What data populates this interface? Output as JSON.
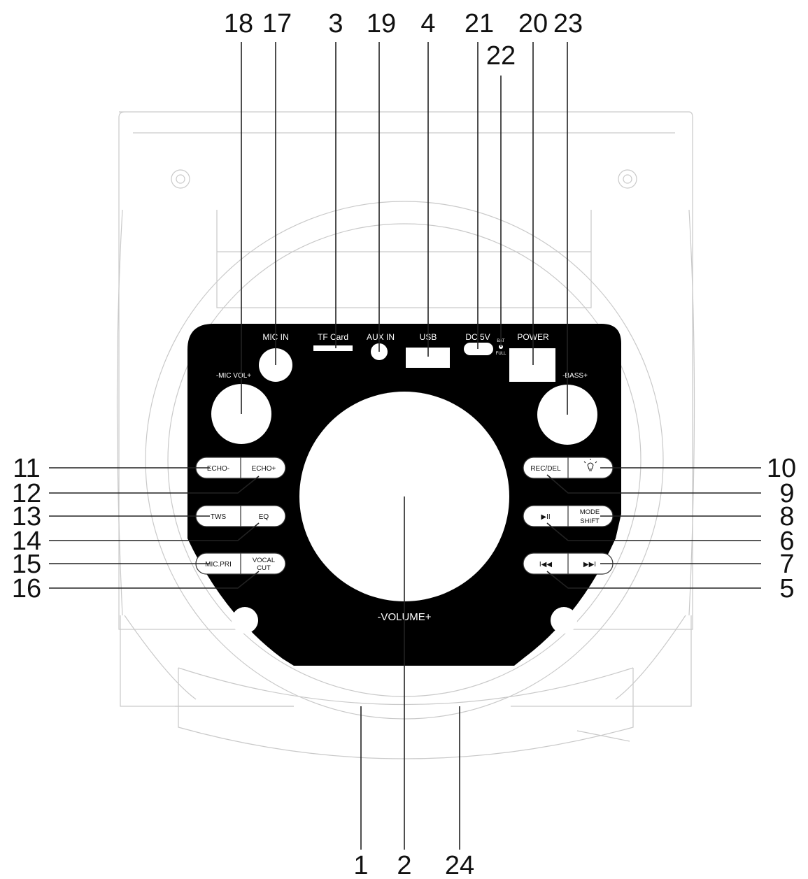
{
  "callouts": {
    "c1": "1",
    "c2": "2",
    "c3": "3",
    "c4": "4",
    "c5": "5",
    "c6": "6",
    "c7": "7",
    "c8": "8",
    "c9": "9",
    "c10": "10",
    "c11": "11",
    "c12": "12",
    "c13": "13",
    "c14": "14",
    "c15": "15",
    "c16": "16",
    "c17": "17",
    "c18": "18",
    "c19": "19",
    "c20": "20",
    "c21": "21",
    "c22": "22",
    "c23": "23",
    "c24": "24"
  },
  "panel": {
    "mic_in": "MIC IN",
    "tf_card": "TF Card",
    "aux_in": "AUX IN",
    "usb": "USB",
    "dc_5v": "DC 5V",
    "bat": "BAT",
    "full": "FULL",
    "power": "POWER",
    "mic_vol": "-MIC VOL+",
    "bass": "-BASS+",
    "volume": "-VOLUME+"
  },
  "buttons": {
    "echo_minus": "ECHO-",
    "echo_plus": "ECHO+",
    "tws": "TWS",
    "eq": "EQ",
    "mic_pri": "MIC.PRI",
    "vocal": "VOCAL",
    "cut": "CUT",
    "rec_del": "REC/DEL",
    "light_icon": "light-icon",
    "play_pause": "▶II",
    "mode": "MODE",
    "shift": "SHIFT",
    "prev": "I◀◀",
    "next": "▶▶I"
  },
  "colors": {
    "panel": "#000000",
    "outline": "#c9c9c9",
    "leader": "#222222"
  }
}
